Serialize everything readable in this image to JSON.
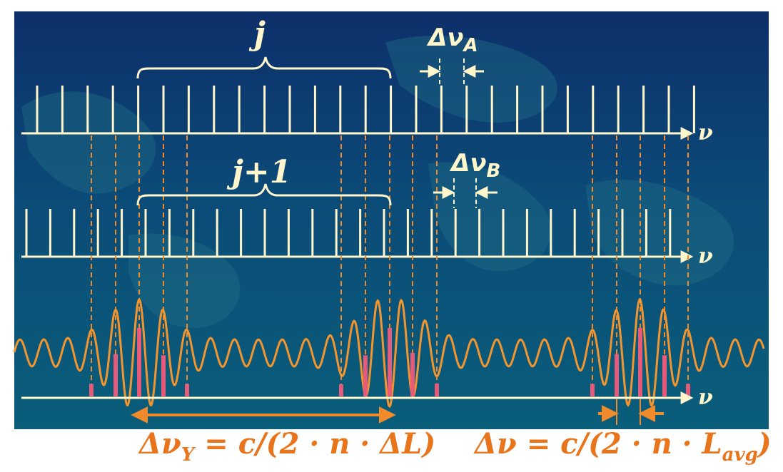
{
  "colors": {
    "bg_dark": "#0d2a66",
    "bg_light": "#0a5a78",
    "comb": "#fff6cc",
    "orange": "#f08a2a",
    "pink": "#e85a7a",
    "text_orange": "#e8741c"
  },
  "labels": {
    "j": "j",
    "j_plus_1": "j+1",
    "delta_nu_a": "Δν",
    "delta_nu_a_sub": "A",
    "delta_nu_b": "Δν",
    "delta_nu_b_sub": "B",
    "axis_nu": "ν",
    "formula_left": "Δν",
    "formula_left_sub": "Y",
    "formula_left_rest": " = c/(2 · n · ΔL)",
    "formula_right": "Δν = c/(2 · n · L",
    "formula_right_sub": "avg",
    "formula_right_end": ")"
  }
}
